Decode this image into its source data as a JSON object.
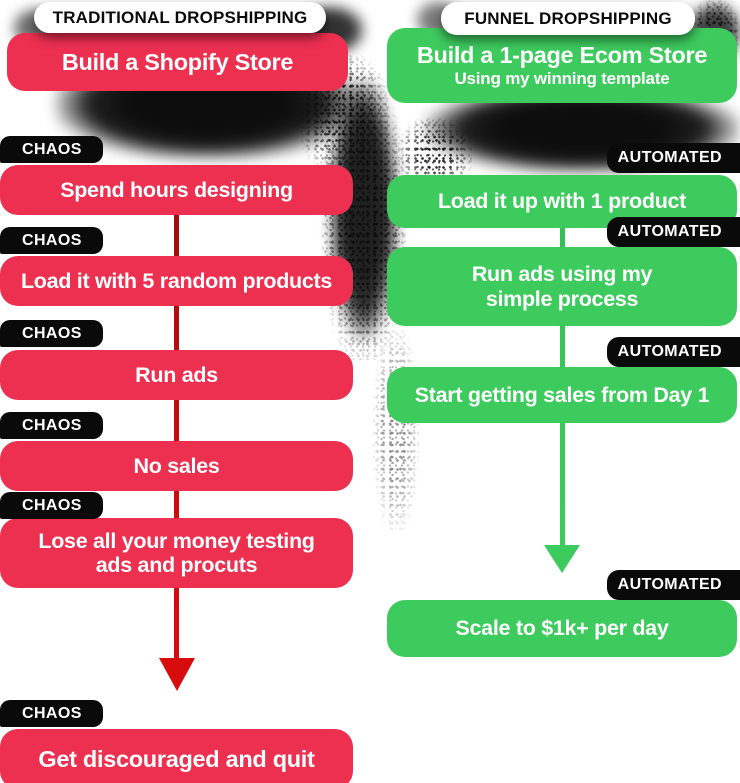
{
  "left": {
    "header": "TRADITIONAL DROPSHIPPING",
    "tag_label": "CHAOS",
    "top_box": "Build a Shopify Store",
    "steps": [
      {
        "lines": [
          "Spend hours designing"
        ]
      },
      {
        "lines": [
          "Load it with 5 random products"
        ]
      },
      {
        "lines": [
          "Run ads"
        ]
      },
      {
        "lines": [
          "No sales"
        ]
      },
      {
        "lines": [
          "Lose all your money testing",
          "ads and procuts"
        ]
      },
      {
        "lines": [
          "Get discouraged and quit"
        ]
      }
    ]
  },
  "right": {
    "header": "FUNNEL DROPSHIPPING",
    "tag_label": "AUTOMATED",
    "top_box": {
      "title": "Build a 1-page Ecom Store",
      "subtitle": "Using my winning template"
    },
    "steps": [
      {
        "lines": [
          "Load it up with 1 product"
        ]
      },
      {
        "lines": [
          "Run ads using my",
          "simple process"
        ]
      },
      {
        "lines": [
          "Start getting sales from Day 1"
        ]
      },
      {
        "lines": [
          "Scale to $1k+ per day"
        ]
      }
    ]
  },
  "colors": {
    "red_box": "#ED2F50",
    "green_box": "#3DCB5E",
    "red_arrow": "#D80C0C",
    "green_arrow": "#3CCB5E",
    "tag_background": "#0A0A0A",
    "pill_background": "#FFFFFF",
    "box_text": "#FFFFFF",
    "header_text": "#0B0B0B"
  }
}
